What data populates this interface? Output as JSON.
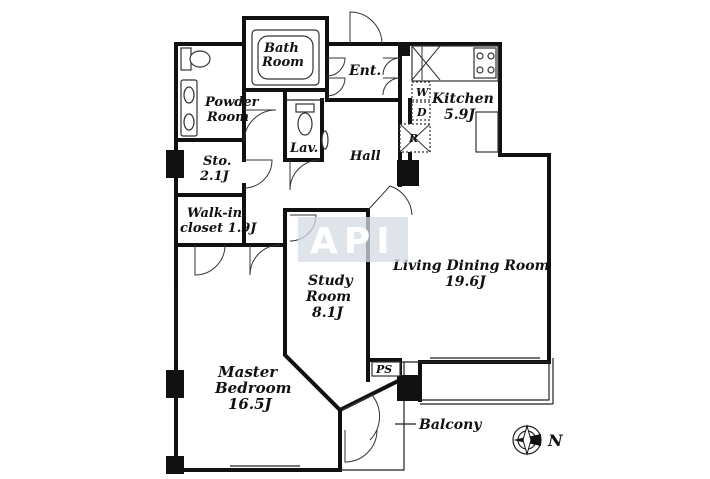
{
  "rooms": {
    "bath": [
      "Bath",
      "Room"
    ],
    "entrance": "Ent.",
    "kitchen": [
      "Kitchen",
      "5.9J"
    ],
    "powder": [
      "Powder",
      "Room"
    ],
    "lav": "Lav.",
    "hall": "Hall",
    "storage": [
      "Sto.",
      "2.1J"
    ],
    "walkin": [
      "Walk-in",
      "closet 1.9J"
    ],
    "ldk": [
      "Living Dining Room",
      "19.6J"
    ],
    "study": [
      "Study",
      "Room",
      "8.1J"
    ],
    "master": [
      "Master",
      "Bedroom",
      "16.5J"
    ],
    "ps": "PS",
    "balcony": "Balcony"
  },
  "appliances": {
    "washer": "W",
    "dryer": "D",
    "fridge": "R"
  },
  "compass": {
    "label": "N"
  },
  "watermark": "API"
}
